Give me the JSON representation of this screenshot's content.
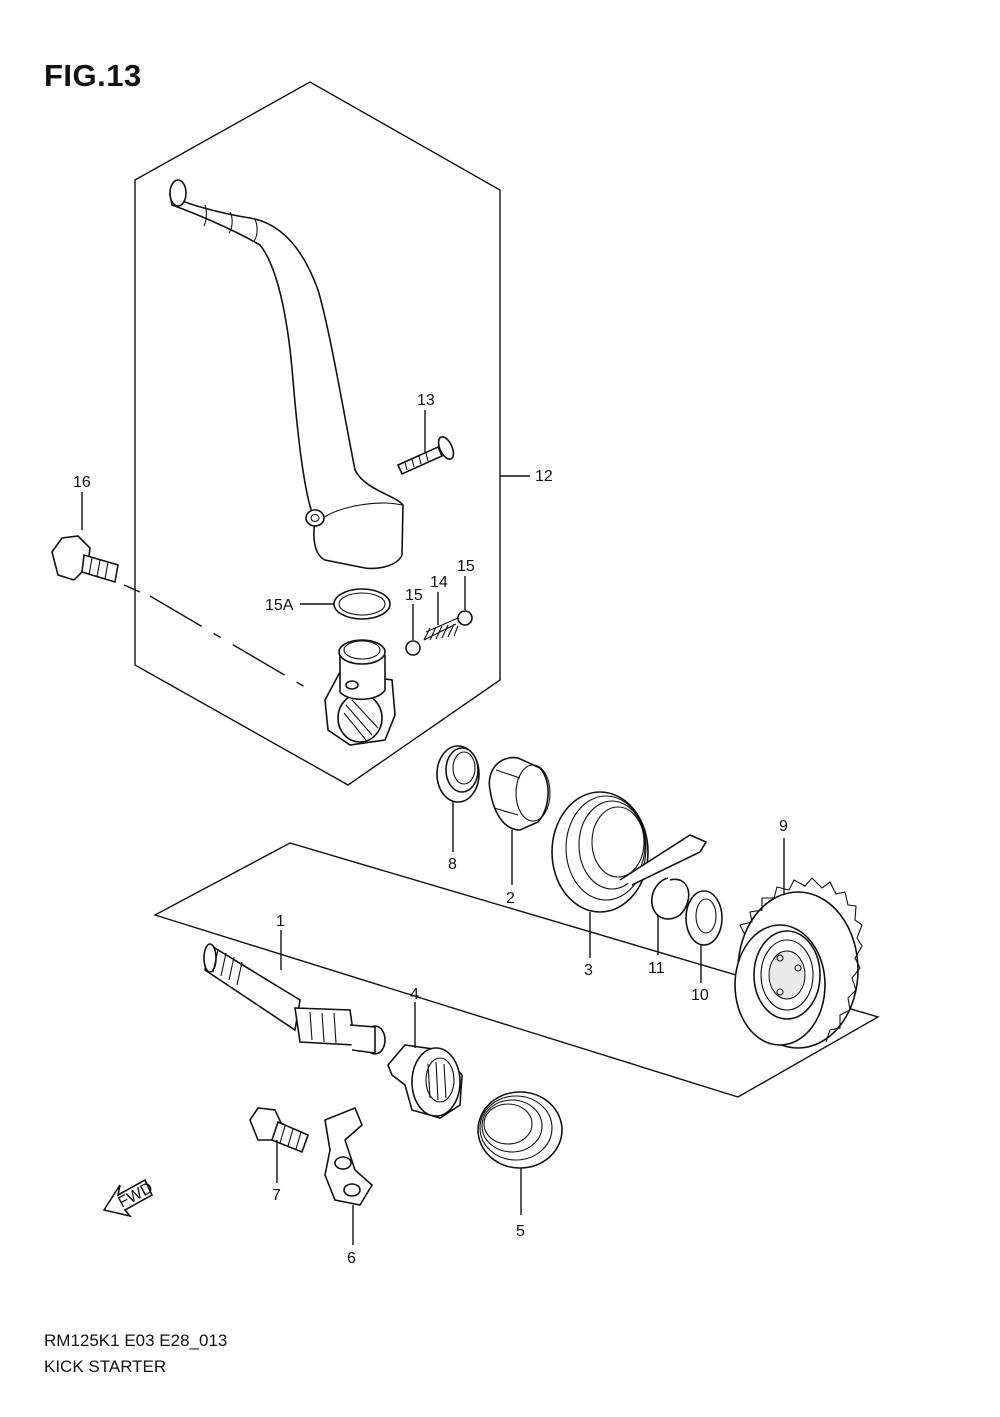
{
  "figure": {
    "title": "FIG.13",
    "model_code": "RM125K1 E03 E28_013",
    "section_name": "KICK STARTER",
    "fwd_marker": "FWD"
  },
  "callouts": [
    {
      "id": "1",
      "label": "1"
    },
    {
      "id": "2",
      "label": "2"
    },
    {
      "id": "3",
      "label": "3"
    },
    {
      "id": "4",
      "label": "4"
    },
    {
      "id": "5",
      "label": "5"
    },
    {
      "id": "6",
      "label": "6"
    },
    {
      "id": "7",
      "label": "7"
    },
    {
      "id": "8",
      "label": "8"
    },
    {
      "id": "9",
      "label": "9"
    },
    {
      "id": "10",
      "label": "10"
    },
    {
      "id": "11",
      "label": "11"
    },
    {
      "id": "12",
      "label": "12"
    },
    {
      "id": "13",
      "label": "13"
    },
    {
      "id": "14",
      "label": "14"
    },
    {
      "id": "15a",
      "label": "15"
    },
    {
      "id": "15b",
      "label": "15"
    },
    {
      "id": "15A",
      "label": "15A"
    },
    {
      "id": "16",
      "label": "16"
    }
  ]
}
